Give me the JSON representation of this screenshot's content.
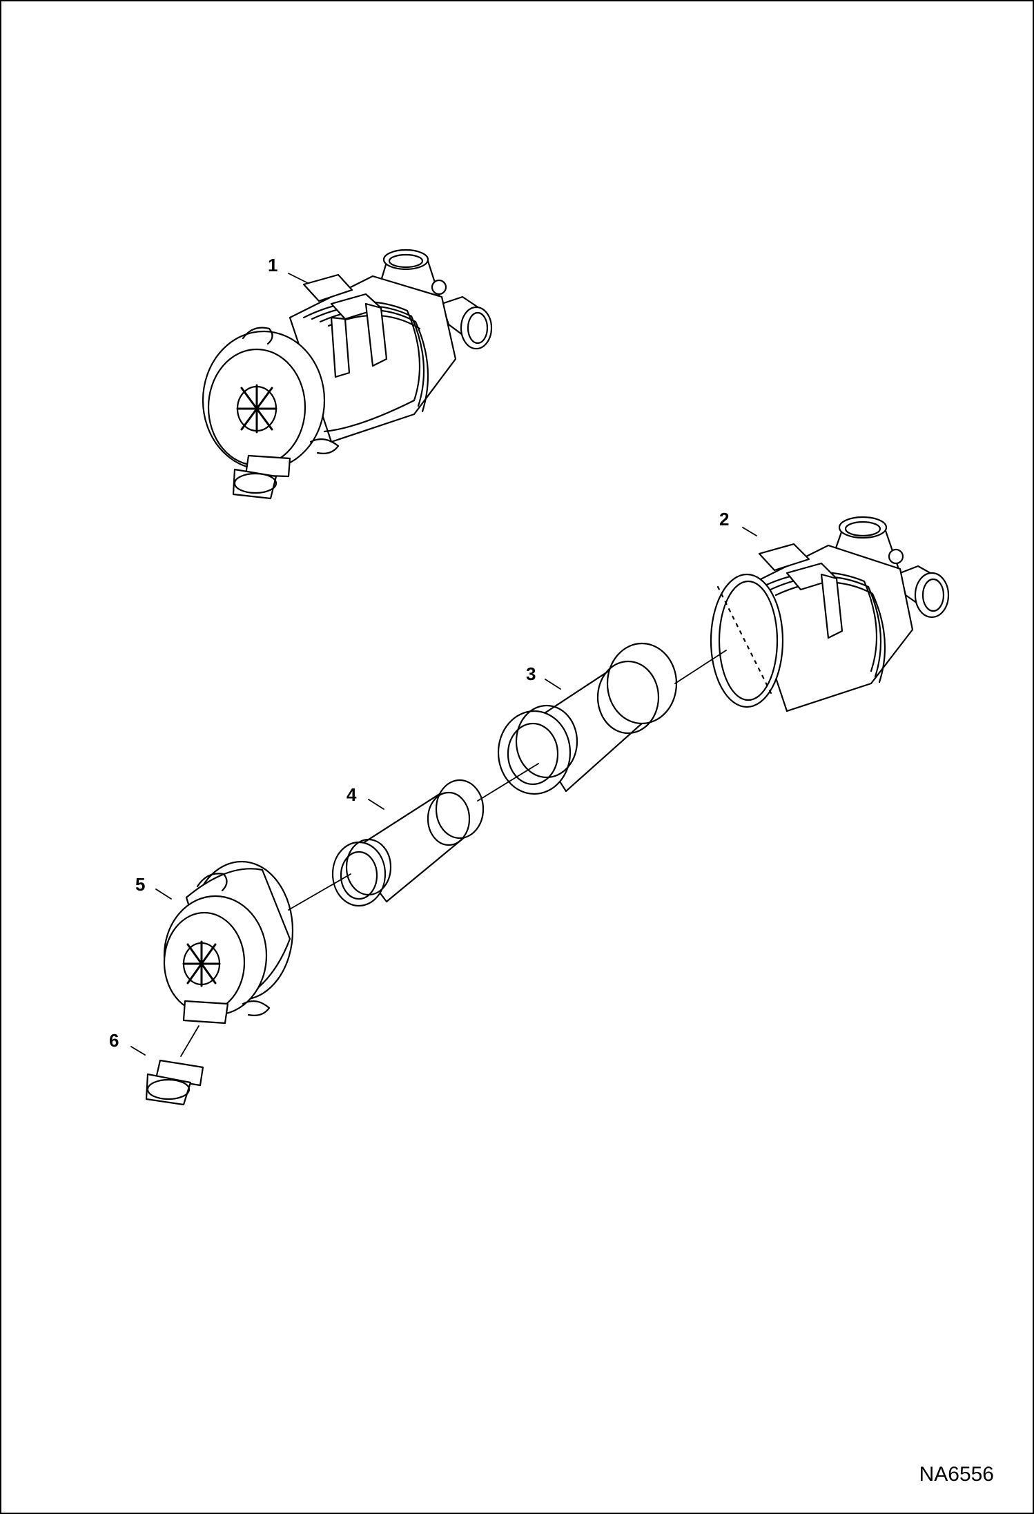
{
  "diagram": {
    "drawing_id": "NA6556",
    "callouts": [
      {
        "id": "1",
        "label": "1"
      },
      {
        "id": "2",
        "label": "2"
      },
      {
        "id": "3",
        "label": "3"
      },
      {
        "id": "4",
        "label": "4"
      },
      {
        "id": "5",
        "label": "5"
      },
      {
        "id": "6",
        "label": "6"
      }
    ],
    "colors": {
      "line": "#000000",
      "background": "#ffffff"
    }
  }
}
